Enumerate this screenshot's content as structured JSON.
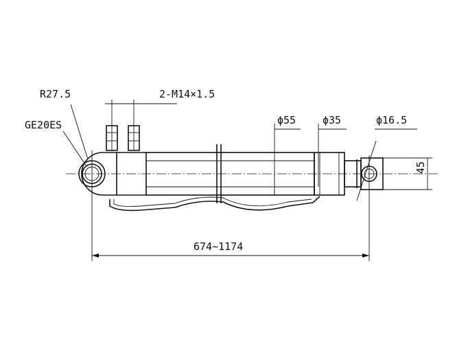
{
  "drawing": {
    "labels": {
      "radius": "R27.5",
      "bearing": "GE20ES",
      "ports": "2-M14×1.5",
      "bore_dia": "ϕ55",
      "rod_dia": "ϕ35",
      "pin_dia": "ϕ16.5",
      "clevis_width": "45",
      "stroke_range": "674~1174"
    }
  }
}
